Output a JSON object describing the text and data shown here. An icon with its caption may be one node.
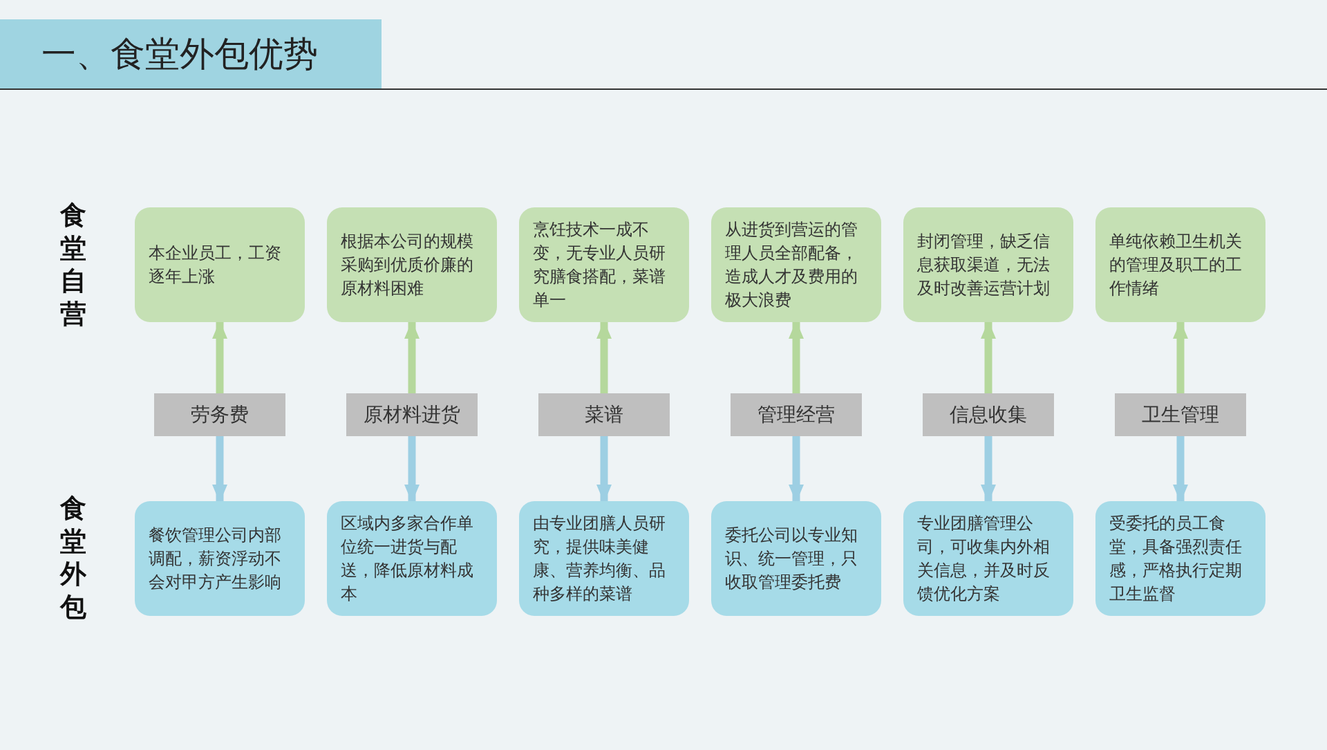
{
  "diagram": {
    "title": "一、食堂外包优势",
    "nodes": [
      {
        "text": [
          "本企业员工，工资逐年上涨"
        ]
      },
      {
        "text": [
          "根据本公司的规模采购到优质价廉的原材料困难"
        ]
      },
      {
        "text": [
          "烹饪技术一成不变，无专业人员研究膳食搭配，菜谱单一"
        ]
      },
      {
        "text": [
          "从进货到营运的管理人员全部配备，造成人才及费用的极大浪费"
        ]
      },
      {
        "text": [
          "封闭管理，缺乏信息获取渠道，无法及时改善运营计划"
        ]
      },
      {
        "text": [
          "单纯依赖卫生机关的管理及职工的工作情绪"
        ]
      },
      {
        "text": [
          "劳务费"
        ]
      },
      {
        "text": [
          "原材料进货"
        ]
      },
      {
        "text": [
          "菜谱"
        ]
      },
      {
        "text": [
          "管理经营"
        ]
      },
      {
        "text": [
          "信息收集"
        ]
      },
      {
        "text": [
          "卫生管理"
        ]
      },
      {
        "text": [
          "餐饮管理公司内部调配，薪资浮动不会对甲方产生影响"
        ]
      },
      {
        "text": [
          "区域内多家合作单位统一进货与配送，降低原材料成本"
        ]
      },
      {
        "text": [
          "由专业团膳人员研究，提供味美健康、营养均衡、品种多样的菜谱"
        ]
      },
      {
        "text": [
          "委托公司以专业知识、统一管理，只收取管理委托费"
        ]
      },
      {
        "text": [
          "专业团膳管理公司，可收集内外相关信息，并及时反馈优化方案"
        ]
      },
      {
        "text": [
          "受委托的员工食堂，具备强烈责任感，严格执行定期卫生监督"
        ]
      }
    ],
    "edges": [
      {
        "from": 6,
        "to": 0,
        "arrow": "to",
        "color": "#b5d89c"
      },
      {
        "from": 6,
        "to": 12,
        "arrow": "to",
        "color": "#9dcfe3"
      },
      {
        "from": 7,
        "to": 1,
        "arrow": "to",
        "color": "#b5d89c"
      },
      {
        "from": 7,
        "to": 13,
        "arrow": "to",
        "color": "#9dcfe3"
      },
      {
        "from": 8,
        "to": 2,
        "arrow": "to",
        "color": "#b5d89c"
      },
      {
        "from": 8,
        "to": 14,
        "arrow": "to",
        "color": "#9dcfe3"
      },
      {
        "from": 9,
        "to": 3,
        "arrow": "to",
        "color": "#b5d89c"
      },
      {
        "from": 9,
        "to": 15,
        "arrow": "to",
        "color": "#9dcfe3"
      },
      {
        "from": 10,
        "to": 4,
        "arrow": "to",
        "color": "#b5d89c"
      },
      {
        "from": 10,
        "to": 16,
        "arrow": "to",
        "color": "#9dcfe3"
      },
      {
        "from": 11,
        "to": 5,
        "arrow": "to",
        "color": "#b5d89c"
      },
      {
        "from": 11,
        "to": 17,
        "arrow": "to",
        "color": "#9dcfe3"
      }
    ],
    "labels": [
      "食堂自营",
      "食堂外包"
    ]
  }
}
